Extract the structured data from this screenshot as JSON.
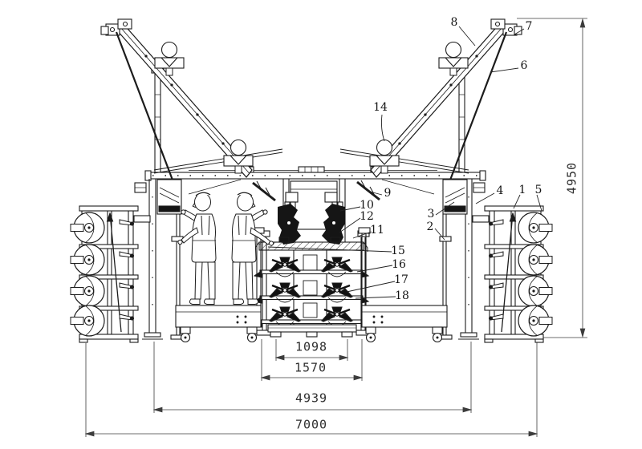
{
  "drawing": {
    "background": "#ffffff",
    "line_color": "#1c1c1c",
    "dimension_line_color": "#3c3c3c"
  },
  "dimensions": {
    "center_base_width": "1098",
    "center_frame_width": "1570",
    "leg_span": "4939",
    "overall_width": "7000",
    "overall_height": "4950"
  },
  "callouts": {
    "n1": "1",
    "n2": "2",
    "n3": "3",
    "n4": "4",
    "n5": "5",
    "n6": "6",
    "n7": "7",
    "n8": "8",
    "n9": "9",
    "n10": "10",
    "n11": "11",
    "n12": "12",
    "n14": "14",
    "n15": "15",
    "n16": "16",
    "n17": "17",
    "n18": "18"
  }
}
